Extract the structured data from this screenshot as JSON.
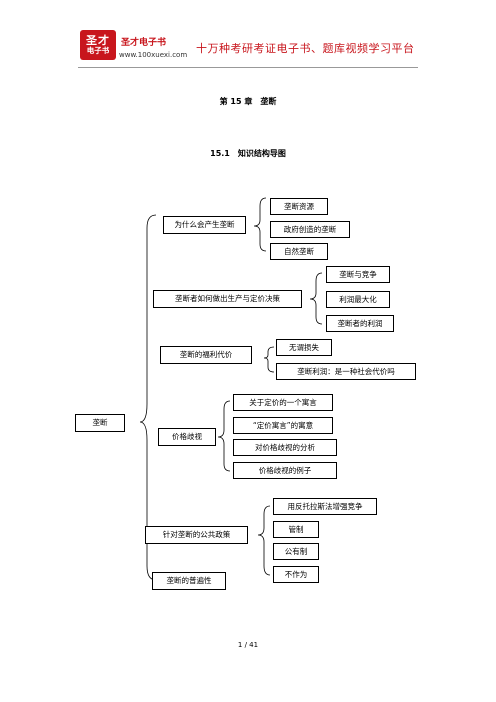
{
  "header": {
    "logo_top": "圣才",
    "logo_bottom": "电子书",
    "brand": "圣才电子书",
    "url": "www.100xuexi.com",
    "slogan": "十万种考研考证电子书、题库视频学习平台"
  },
  "chapter_title": "第 15 章　垄断",
  "section_title": "15.1　知识结构导图",
  "mindmap": {
    "root": "垄断",
    "branches": [
      {
        "label": "为什么会产生垄断",
        "children": [
          "垄断资源",
          "政府创造的垄断",
          "自然垄断"
        ]
      },
      {
        "label": "垄断者如何做出生产与定价决策",
        "children": [
          "垄断与竞争",
          "利润最大化",
          "垄断者的利润"
        ]
      },
      {
        "label": "垄断的福利代价",
        "children": [
          "无谓损失",
          "垄断利润：是一种社会代价吗"
        ]
      },
      {
        "label": "价格歧视",
        "children": [
          "关于定价的一个寓言",
          "“定价寓言”的寓意",
          "对价格歧视的分析",
          "价格歧视的例子"
        ]
      },
      {
        "label": "针对垄断的公共政策",
        "children": [
          "用反托拉斯法增强竞争",
          "管制",
          "公有制",
          "不作为"
        ]
      },
      {
        "label": "垄断的普遍性",
        "children": []
      }
    ]
  },
  "footer": {
    "page": "1 / 41"
  }
}
